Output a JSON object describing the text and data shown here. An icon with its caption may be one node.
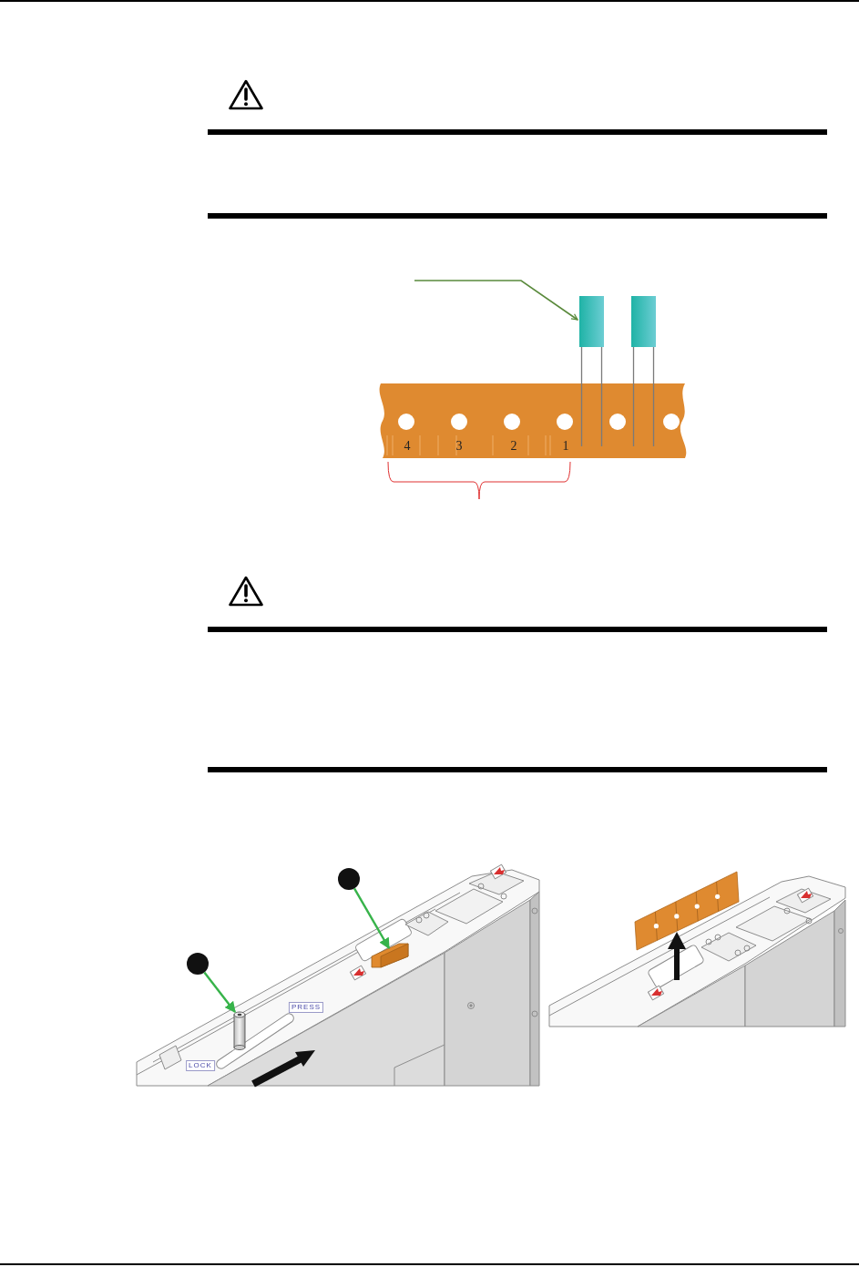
{
  "diagram": {
    "nodes": [
      {
        "text": [],
        "shape": "picture"
      },
      {
        "text": [],
        "shape": "picture"
      },
      {
        "text": [],
        "shape": "circle"
      },
      {
        "text": [],
        "shape": "picture"
      },
      {
        "text": [],
        "shape": "circle"
      },
      {
        "text": [],
        "shape": "picture"
      }
    ],
    "edges": [
      {
        "from": null,
        "to": 0,
        "arrow": "to",
        "color": "#5a8a3c"
      },
      {
        "from": 2,
        "to": 3,
        "arrow": "to"
      },
      {
        "from": 4,
        "to": 5,
        "arrow": "to"
      }
    ],
    "labels": [
      "4",
      "3",
      "2",
      "1",
      "PRESS",
      "LOCK"
    ]
  }
}
